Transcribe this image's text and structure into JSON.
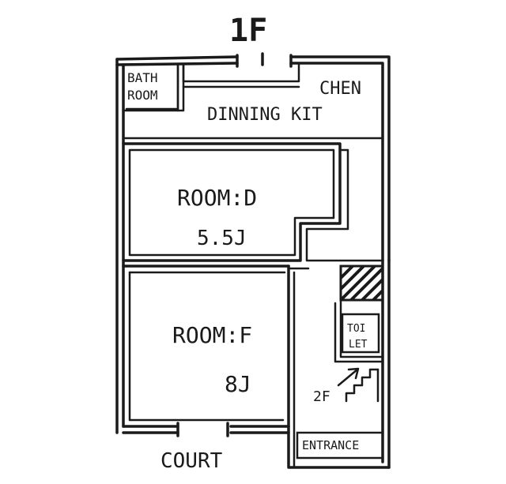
{
  "floor": {
    "title": "1F"
  },
  "rooms": {
    "bath_line1": "BATH",
    "bath_line2": "ROOM",
    "kitchen_line1": "CHEN",
    "kitchen_line2": "DINNING KIT",
    "room_d_name": "ROOM:D",
    "room_d_size": "5.5J",
    "room_f_name": "ROOM:F",
    "room_f_size": "8J",
    "toilet_line1": "TOI",
    "toilet_line2": "LET",
    "stairs_label": "2F",
    "entrance": "ENTRANCE",
    "court": "COURT"
  },
  "icons": {
    "stairs": "stairs-icon",
    "arrow": "up-arrow-icon",
    "hatch": "hatched-storage"
  }
}
